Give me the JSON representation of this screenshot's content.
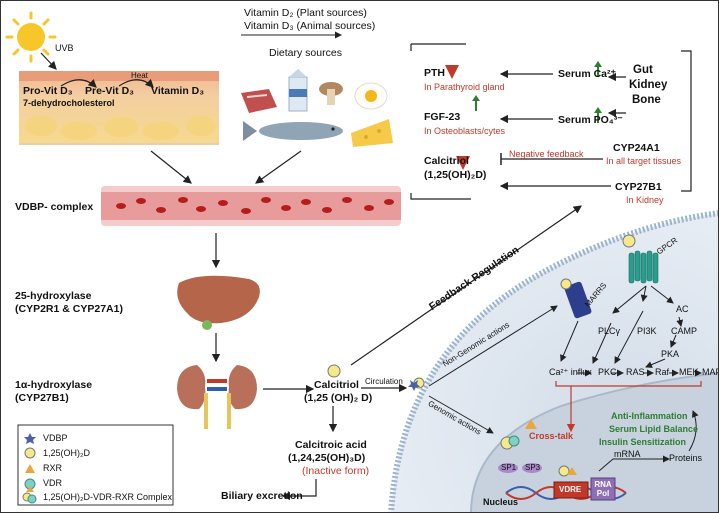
{
  "skin": {
    "uvb": "UVB",
    "heat": "Heat",
    "provit": "Pro-Vit D₃",
    "previt": "Pre-Vit D₃",
    "vitd3": "Vitamin D₃",
    "dehydro": "7-dehydrocholesterol"
  },
  "diet": {
    "vitd2": "Vitamin D₂ (Plant sources)",
    "vitd3": "Vitamin D₃ (Animal sources)",
    "sources": "Dietary sources"
  },
  "vdbp_complex": "VDBP- complex",
  "hydroxylase25": {
    "line1": "25-hydroxylase",
    "line2": "(CYP2R1 & CYP27A1)"
  },
  "hydroxylase1a": {
    "line1": "1α-hydroxylase",
    "line2": "(CYP27B1)"
  },
  "calcitriol": {
    "name": "Calcitriol",
    "formula": "(1,25 (OH)₂ D)",
    "circulation": "Circulation"
  },
  "calcitroic": {
    "name": "Calcitroic acid",
    "formula": "(1,24,25(OH)₃D)",
    "note": "(Inactive form)"
  },
  "biliary": "Biliary excretion",
  "feedback": {
    "pth": "PTH",
    "pth_site": "In Parathyroid gland",
    "serum_ca": "Serum Ca²⁺",
    "gut": "Gut",
    "kidney": "Kidney",
    "bone": "Bone",
    "fgf": "FGF-23",
    "fgf_site": "In Osteoblasts/cytes",
    "serum_po": "Serum PO₄³⁻",
    "calcitriol": "Calcitriol",
    "calcitriol_formula": "(1,25(OH)₂D)",
    "negative": "Negative feedback",
    "cyp24": "CYP24A1",
    "cyp24_site": "In all target tissues",
    "cyp27": "CYP27B1",
    "cyp27_site": "In Kidney"
  },
  "feedback_regulation": "Feedback Regulation",
  "nongenomic": "Non-Genomic actions",
  "genomic": "Genomic actions",
  "cell": {
    "marrs": "MARRS",
    "gpcr": "GPCR",
    "plc": "PLCγ",
    "pi3k": "PI3K",
    "ac": "AC",
    "camp": "CAMP",
    "pka": "PKA",
    "cascade": [
      "Ca²⁺ influx",
      "PKC",
      "RAS",
      "Raf",
      "MEK",
      "MAPK"
    ],
    "crosstalk": "Cross-talk",
    "effects": [
      "Anti-Inflammation",
      "Serum Lipid Balance",
      "Insulin Sensitization"
    ],
    "mrna": "mRNA",
    "proteins": "Proteins",
    "nucleus": "Nucleus",
    "sp1": "SP1",
    "sp3": "SP3",
    "vdre": "VDRE",
    "rnapol": "RNA Pol"
  },
  "legend": [
    {
      "label": "VDBP",
      "icon": "star-icon"
    },
    {
      "label": "1,25(OH)₂D",
      "icon": "yellow-circle-icon"
    },
    {
      "label": "RXR",
      "icon": "triangle-icon"
    },
    {
      "label": "VDR",
      "icon": "teal-circle-icon"
    },
    {
      "label": "1,25(OH)₂D-VDR-RXR Complex",
      "icon": "complex-icon"
    }
  ],
  "colors": {
    "red": "#c0392b",
    "green": "#2e7d32",
    "blood": "#b71c1c",
    "cell": "#dfe6ef",
    "nucleus": "#c7d2de"
  }
}
